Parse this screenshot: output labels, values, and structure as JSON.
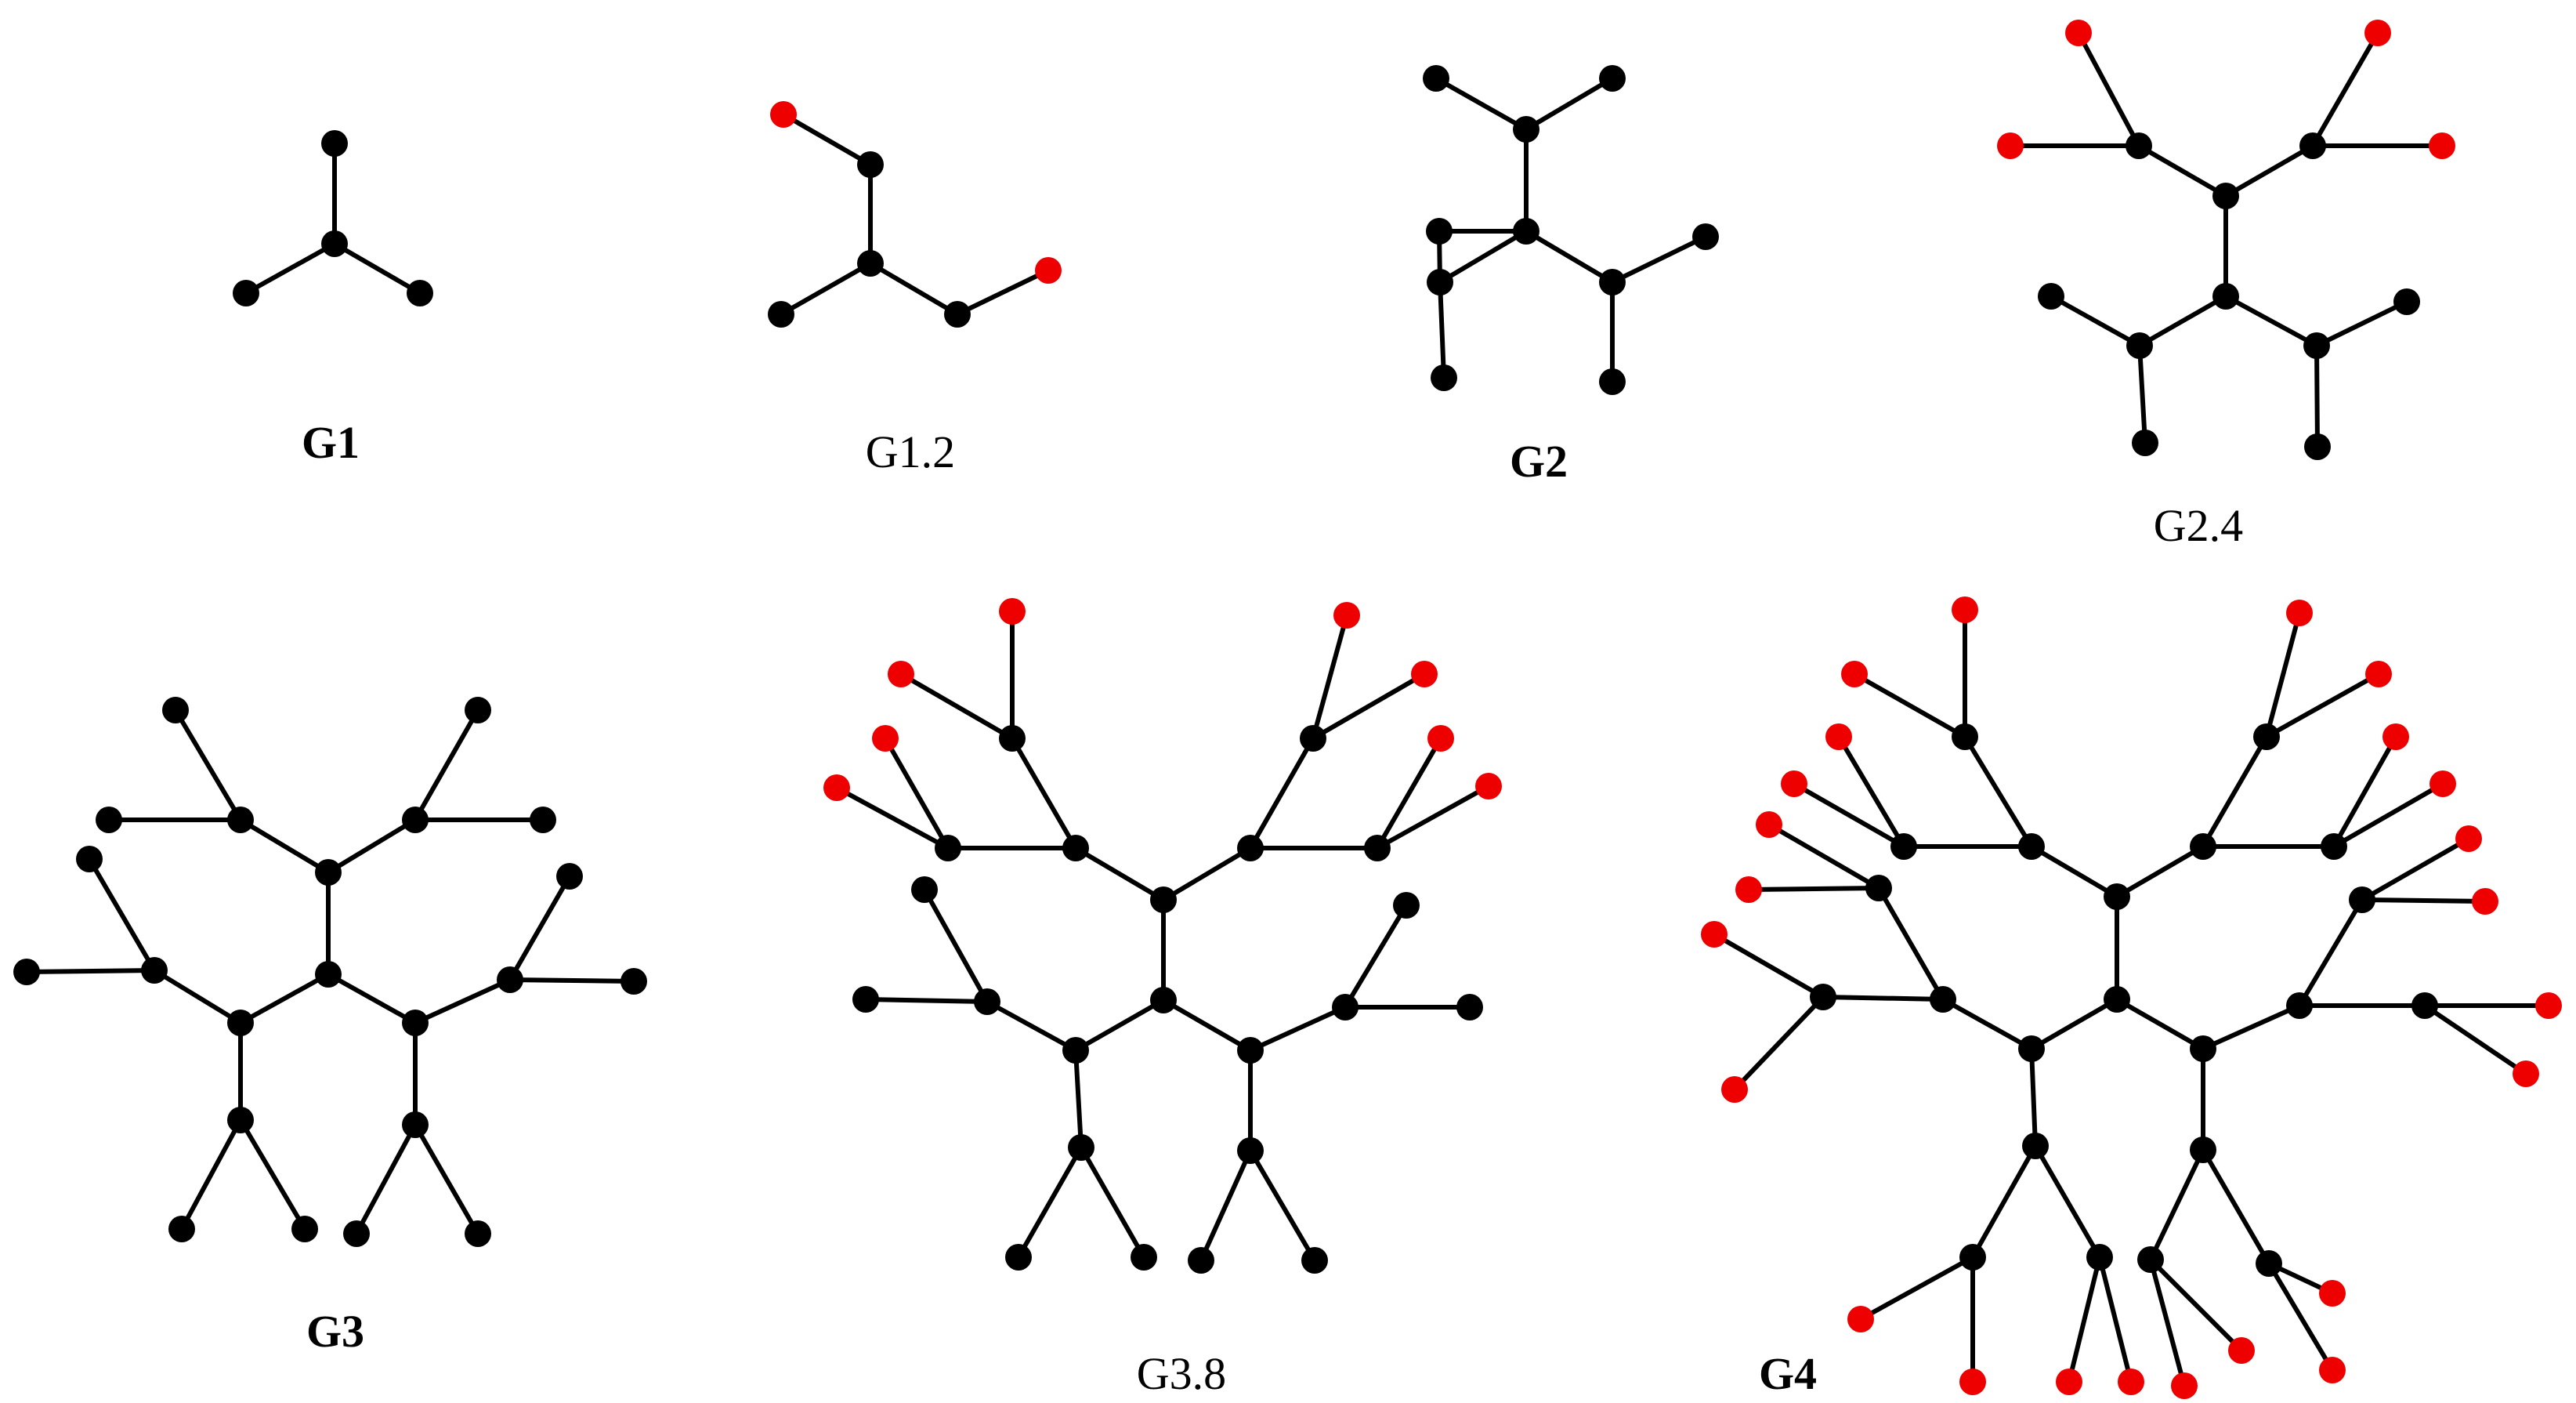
{
  "colors": {
    "edge": "#000000",
    "internal_node": "#000000",
    "leaf_highlight": "#ee0000",
    "background": "#ffffff"
  },
  "graphs": [
    {
      "id": "G1",
      "label": "G1",
      "bold": true
    },
    {
      "id": "G1_2",
      "label": "G1.2",
      "bold": false
    },
    {
      "id": "G2",
      "label": "G2",
      "bold": true
    },
    {
      "id": "G2_4",
      "label": "G2.4",
      "bold": false
    },
    {
      "id": "G3",
      "label": "G3",
      "bold": true
    },
    {
      "id": "G3_8",
      "label": "G3.8",
      "bold": false
    },
    {
      "id": "G4",
      "label": "G4",
      "bold": true
    }
  ]
}
